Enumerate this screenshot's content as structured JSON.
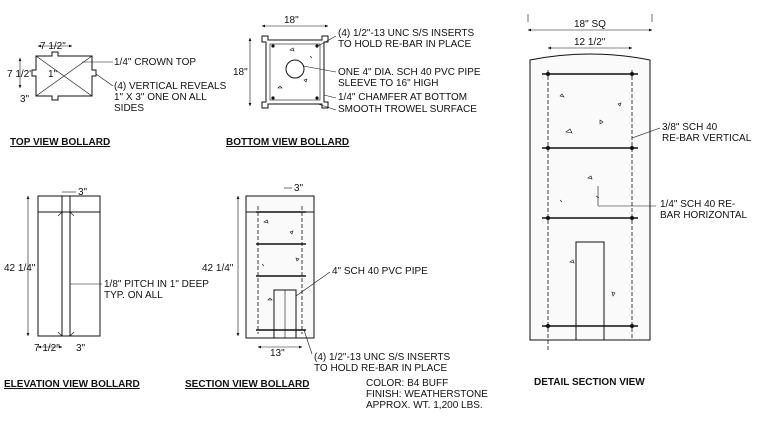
{
  "top_view": {
    "title": "TOP VIEW BOLLARD",
    "dim_top": "7 1/2\"",
    "dim_left": "7 1/2\"",
    "dim_inner": "1\"",
    "dim_bottom": "3\"",
    "note_crown": "1/4\" CROWN TOP",
    "note_reveals_1": "(4) VERTICAL REVEALS",
    "note_reveals_2": "1\" X 3\" ONE ON ALL",
    "note_reveals_3": "SIDES"
  },
  "bottom_view": {
    "title": "BOTTOM VIEW BOLLARD",
    "dim_width": "18\"",
    "dim_height": "18\"",
    "note_inserts_1": "(4) 1/2\"-13 UNC S/S INSERTS",
    "note_inserts_2": "TO HOLD RE-BAR IN PLACE",
    "note_pipe_1": "ONE 4\" DIA. SCH 40 PVC PIPE",
    "note_pipe_2": "SLEEVE TO 16\" HIGH",
    "note_chamfer": "1/4\" CHAMFER AT BOTTOM",
    "note_trowel": "SMOOTH TROWEL SURFACE"
  },
  "elevation_view": {
    "title": "ELEVATION VIEW BOLLARD",
    "dim_top": "3\"",
    "dim_height": "42 1/4\"",
    "dim_bottom_left": "7 1/2\"",
    "dim_bottom_right": "3\"",
    "note_pitch_1": "1/8\" PITCH IN 1\" DEEP",
    "note_pitch_2": "TYP. ON ALL"
  },
  "section_view": {
    "title": "SECTION VIEW BOLLARD",
    "dim_top": "3\"",
    "dim_height": "42 1/4\"",
    "dim_bottom": "13\"",
    "note_pipe": "4\" SCH 40 PVC PIPE",
    "note_inserts_1": "(4) 1/2\"-13 UNC S/S INSERTS",
    "note_inserts_2": "TO HOLD RE-BAR IN PLACE"
  },
  "specs": {
    "color": "COLOR: B4 BUFF",
    "finish": "FINISH: WEATHERSTONE",
    "weight": "APPROX. WT. 1,200 LBS."
  },
  "detail_view": {
    "title": "DETAIL SECTION VIEW",
    "dim_outer": "18\" SQ",
    "dim_inner": "12 1/2\"",
    "note_vertical_1": "3/8\" SCH 40",
    "note_vertical_2": "RE-BAR VERTICAL",
    "note_horizontal_1": "1/4\" SCH 40 RE-",
    "note_horizontal_2": "BAR HORIZONTAL"
  }
}
